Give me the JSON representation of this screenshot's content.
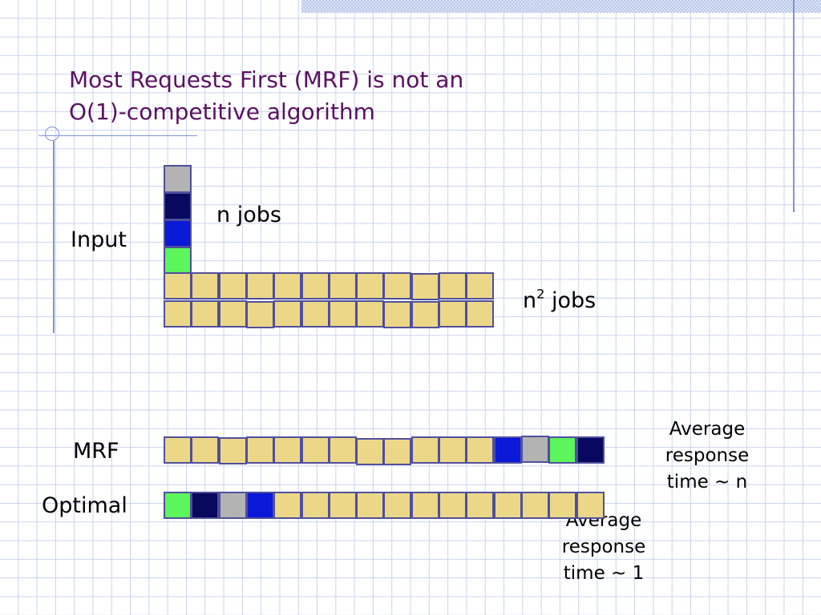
{
  "slide": {
    "title_line1": "Most Requests First (MRF) is not an",
    "title_line2": "O(1)-competitive algorithm"
  },
  "labels": {
    "input": "Input",
    "n_jobs": "n jobs",
    "n2_jobs_base": "n",
    "n2_jobs_exp": "2",
    "n2_jobs_rest": " jobs",
    "mrf": "MRF",
    "optimal": "Optimal"
  },
  "notes": {
    "mrf_response": [
      "Average",
      "response",
      "time ~ n"
    ],
    "optimal_response": [
      "Average",
      "response",
      "time ~ 1"
    ]
  },
  "colors": {
    "tan": "#ecd789",
    "gray": "#b3b3b3",
    "navy": "#08085e",
    "blue": "#0a18d8",
    "green": "#5cf55c",
    "border": "#4f4f9c"
  },
  "sequences": {
    "input_column": [
      "gray",
      "navy",
      "blue",
      "green"
    ],
    "input_row_top": [
      "tan",
      "tan",
      "tan",
      "tan",
      "tan",
      "tan",
      "tan",
      "tan",
      "tan",
      "tan",
      "tan",
      "tan"
    ],
    "input_row_bottom": [
      "tan",
      "tan",
      "tan",
      "tan",
      "tan",
      "tan",
      "tan",
      "tan",
      "tan",
      "tan",
      "tan",
      "tan"
    ],
    "mrf_row": [
      "tan",
      "tan",
      "tan",
      "tan",
      "tan",
      "tan",
      "tan",
      "tan",
      "tan",
      "tan",
      "tan",
      "tan",
      "blue",
      "gray",
      "green",
      "navy"
    ],
    "optimal_row": [
      "green",
      "navy",
      "gray",
      "blue",
      "tan",
      "tan",
      "tan",
      "tan",
      "tan",
      "tan",
      "tan",
      "tan",
      "tan",
      "tan",
      "tan",
      "tan"
    ]
  }
}
